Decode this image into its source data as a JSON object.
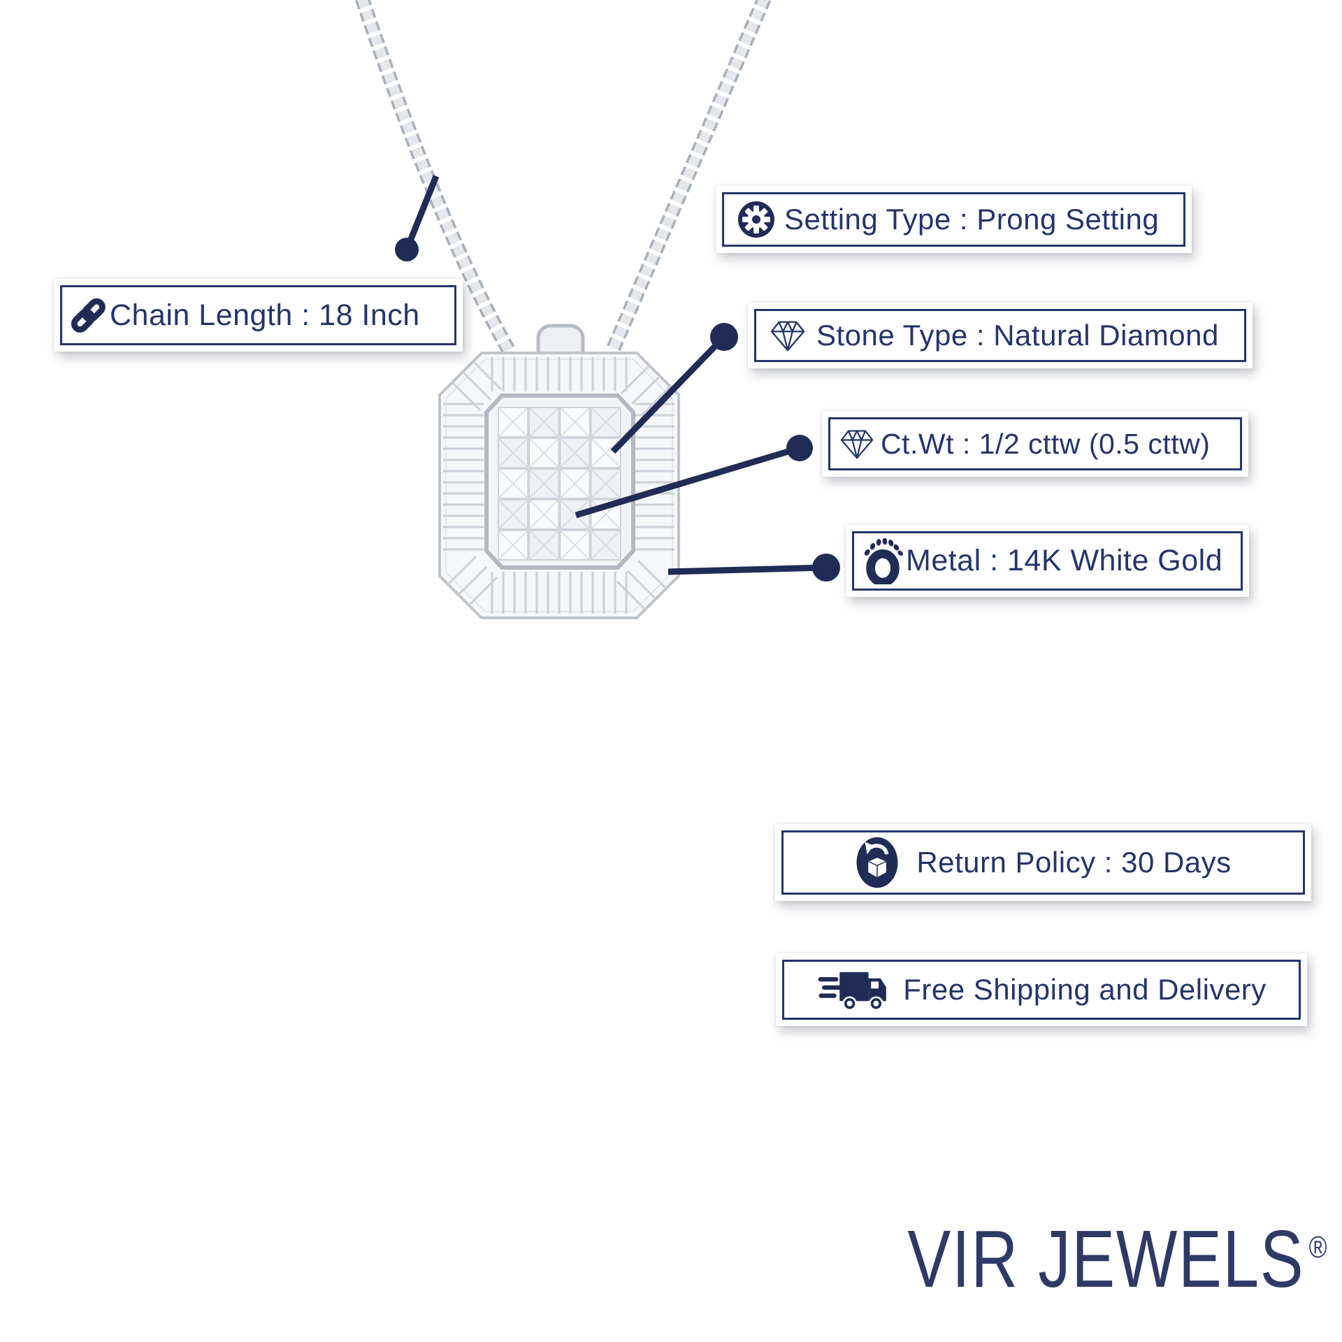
{
  "brand": {
    "logo_text": "VIR JEWELS",
    "registered_mark": "®"
  },
  "callouts": [
    {
      "id": "chain-length",
      "icon": "chain-link-icon",
      "label": "Chain Length : 18 Inch"
    },
    {
      "id": "setting-type",
      "icon": "gear-icon",
      "label": "Setting Type : Prong Setting"
    },
    {
      "id": "stone-type",
      "icon": "diamond-icon",
      "label": "Stone Type : Natural Diamond"
    },
    {
      "id": "ct-wt",
      "icon": "diamond-icon",
      "label": "Ct.Wt : 1/2 cttw (0.5 cttw)"
    },
    {
      "id": "metal",
      "icon": "ring-icon",
      "label": "Metal : 14K White Gold"
    },
    {
      "id": "return-policy",
      "icon": "return-box-icon",
      "label": "Return Policy : 30 Days"
    },
    {
      "id": "free-shipping",
      "icon": "delivery-truck-icon",
      "label": "Free Shipping and Delivery"
    }
  ],
  "colors": {
    "label_navy": "#24356B",
    "icon_navy": "#1F2C56",
    "logo_navy": "#2E3A66",
    "chain_silver": "#C3C8D0",
    "background": "#FFFFFF"
  }
}
